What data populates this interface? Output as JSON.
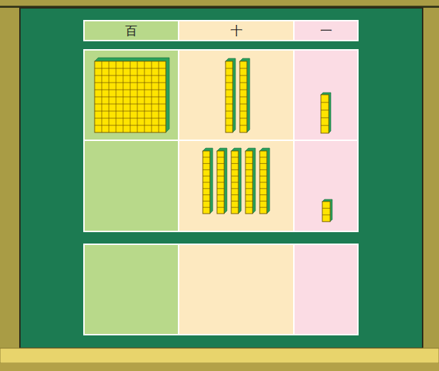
{
  "diagram": {
    "labels": [
      "百",
      "十",
      "一"
    ]
  }
}
